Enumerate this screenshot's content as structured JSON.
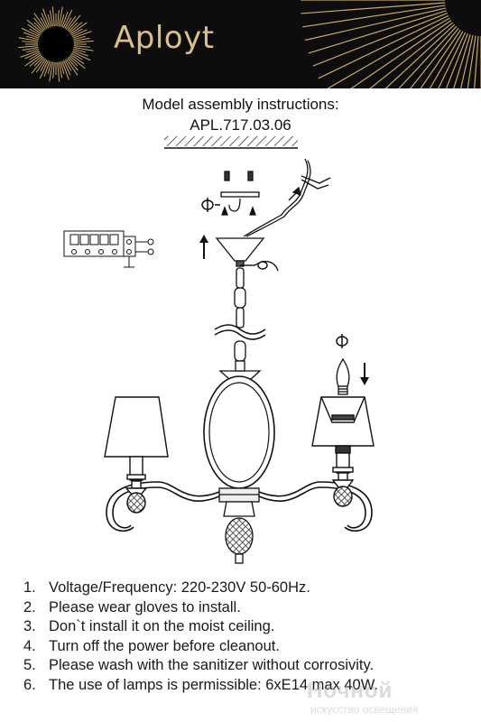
{
  "header": {
    "brand": "Aployt",
    "logo_icon": "sunburst-icon"
  },
  "title": {
    "line1": "Model assembly instructions:",
    "line2": "APL.717.03.06"
  },
  "notes": [
    {
      "num": "1.",
      "text": "Voltage/Frequency: 220-230V 50-60Hz."
    },
    {
      "num": "2.",
      "text": "Please wear gloves to install."
    },
    {
      "num": "3.",
      "text": "Don`t install it on the moist ceiling."
    },
    {
      "num": "4.",
      "text": "Turn off the power before cleanout."
    },
    {
      "num": "5.",
      "text": "Please wash with the sanitizer without corrosivity."
    },
    {
      "num": "6.",
      "text": "The use of lamps is permissible: 6xE14 max 40W."
    }
  ],
  "watermark": {
    "main": "Ночной",
    "sub": "искусство освещения"
  },
  "colors": {
    "header_bg": "#0d0d0d",
    "brand_gold": "#d9bf8c"
  }
}
